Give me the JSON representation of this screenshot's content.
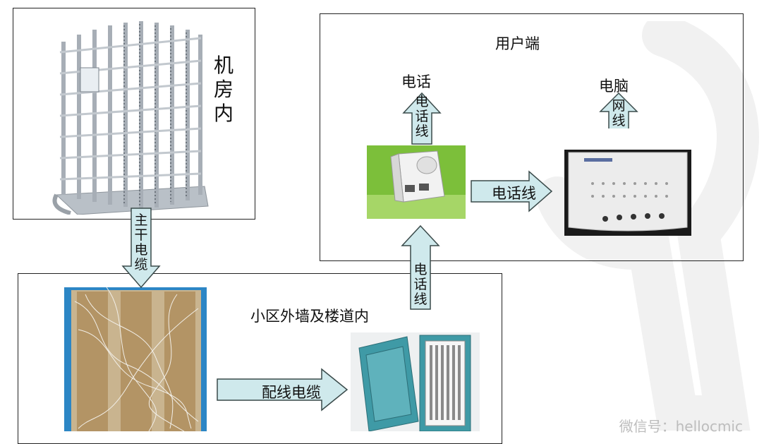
{
  "sections": {
    "machine_room": {
      "label": "机\n房\n内"
    },
    "user_end": {
      "label": "用户端"
    },
    "community": {
      "label": "小区外墙及楼道内"
    }
  },
  "devices": {
    "phone": {
      "label": "电话"
    },
    "computer": {
      "label": "电脑"
    }
  },
  "arrows": {
    "main_cable": {
      "text": "主\n干\n电\n缆"
    },
    "phone_up": {
      "text": "电\n话\n线"
    },
    "network_up": {
      "text": "网\n线"
    },
    "splitter_to_modem": {
      "text": "电话线"
    },
    "box_to_splitter": {
      "text": "电\n话\n线"
    },
    "distribution_cable": {
      "text": "配线电缆"
    }
  },
  "watermark": {
    "text": "微信号：hellocmic"
  },
  "colors": {
    "arrow_fill": "#cfe9ec",
    "arrow_stroke": "#3a4a4a",
    "splitter_background": "#7cbf3a",
    "cabinet_blue": "#2c86c5",
    "junction_box_teal": "#3f9aa6"
  }
}
